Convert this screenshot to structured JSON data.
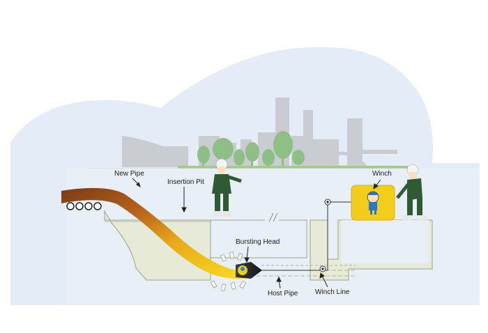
{
  "labels": {
    "new_pipe": "New Pipe",
    "insertion_pit": "Insertion Pit",
    "bursting_head": "Bursting Head",
    "host_pipe": "Host Pipe",
    "winch": "Winch",
    "winch_line": "Winch Line"
  },
  "colors": {
    "background_blob": "#e4edf7",
    "skyline": "#c8ccd0",
    "trees": "#8fbf86",
    "grass": "#a3c98f",
    "soil": "#e8eede",
    "pit_fill": "#e8ead8",
    "new_pipe_brown": "#8b4a1c",
    "new_pipe_yellow": "#f6d21a",
    "winch_box": "#f3cd1c",
    "worker_uniform": "#2f5a34",
    "bursting_head": "#23262b"
  },
  "icons": {
    "mascot": "plumber-mascot-icon",
    "pipe_reel": "pipe-rollers-icon"
  }
}
